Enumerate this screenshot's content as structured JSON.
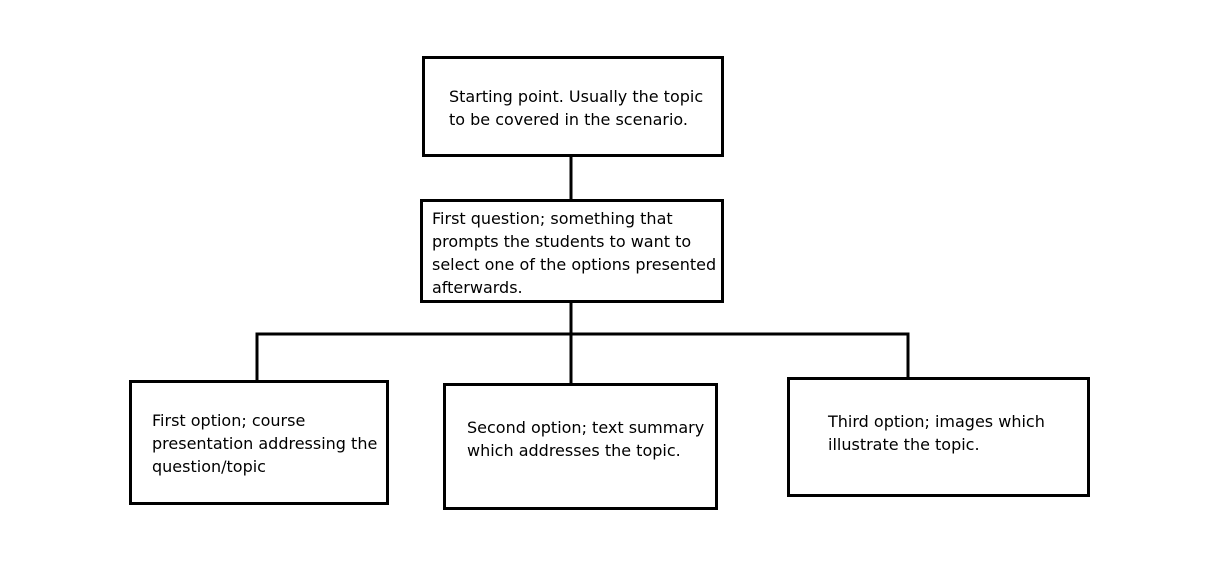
{
  "diagram": {
    "nodes": {
      "start": {
        "text": "Starting point. Usually the topic\nto be covered in the scenario."
      },
      "question": {
        "text": "First question; something that\nprompts the students to want to\nselect one of the options presented\nafterwards."
      },
      "option_1": {
        "text": "First option; course\npresentation addressing the\nquestion/topic"
      },
      "option_2": {
        "text": "Second option; text summary\nwhich addresses the topic."
      },
      "option_3": {
        "text": "Third option; images which\nillustrate the topic."
      }
    },
    "edges": [
      {
        "from": "start",
        "to": "question"
      },
      {
        "from": "question",
        "to": "option_1"
      },
      {
        "from": "question",
        "to": "option_2"
      },
      {
        "from": "question",
        "to": "option_3"
      }
    ]
  }
}
